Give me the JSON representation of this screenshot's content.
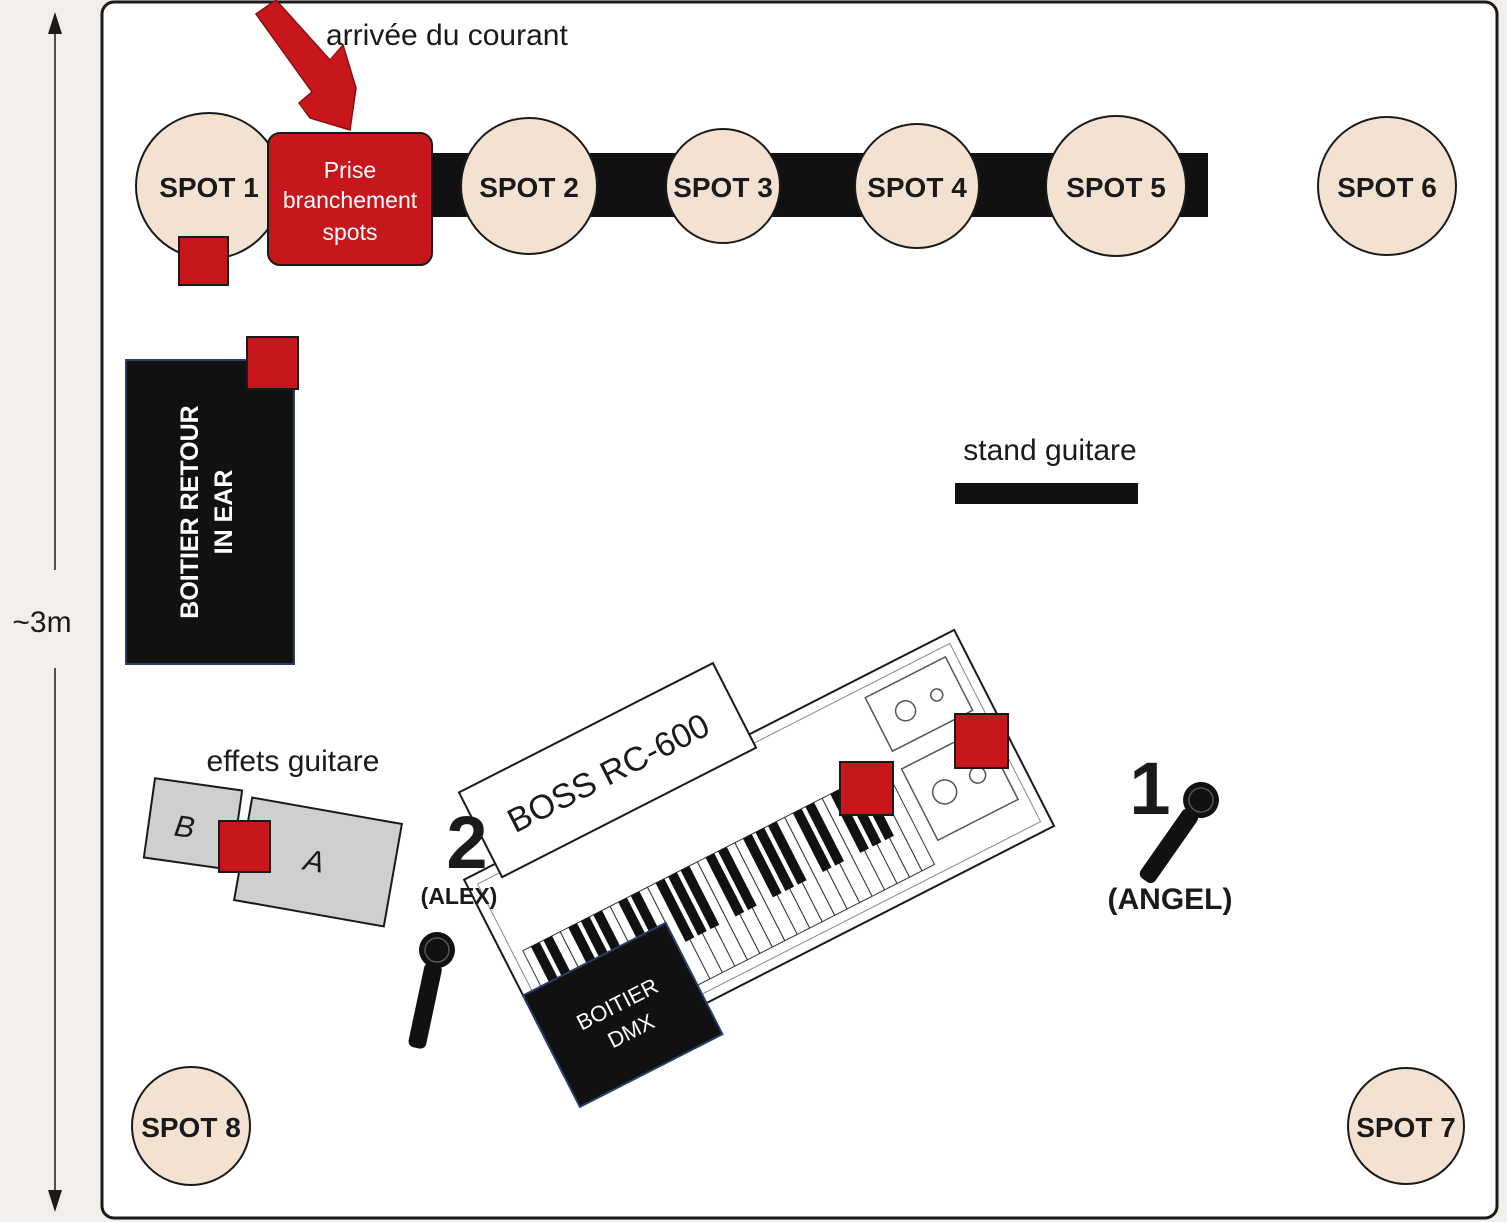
{
  "dimension": {
    "label": "~3m"
  },
  "power_label": "arrivée du courant",
  "prise": {
    "lines": [
      "Prise",
      "branchement",
      "spots"
    ]
  },
  "spots": {
    "s1": "SPOT 1",
    "s2": "SPOT 2",
    "s3": "SPOT 3",
    "s4": "SPOT 4",
    "s5": "SPOT 5",
    "s6": "SPOT 6",
    "s7": "SPOT 7",
    "s8": "SPOT 8"
  },
  "boitier_retour": {
    "lines": [
      "BOITIER RETOUR",
      "IN EAR"
    ]
  },
  "stand_guitare": "stand guitare",
  "effets_guitare": {
    "label": "effets guitare",
    "pedal_b": "B",
    "pedal_a": "A"
  },
  "looper": {
    "label": "BOSS RC-600"
  },
  "boitier_dmx": {
    "lines": [
      "BOITIER",
      "DMX"
    ]
  },
  "singers": {
    "alex": {
      "number": "2",
      "name": "(ALEX)"
    },
    "angel": {
      "number": "1",
      "name": "(ANGEL)"
    }
  },
  "colors": {
    "background": "#f2efeb",
    "stage": "#ffffff",
    "spot_fill": "#f3e2d2",
    "power_red": "#c8161d",
    "black": "#111111",
    "pedal_grey": "#cfcfcf"
  }
}
